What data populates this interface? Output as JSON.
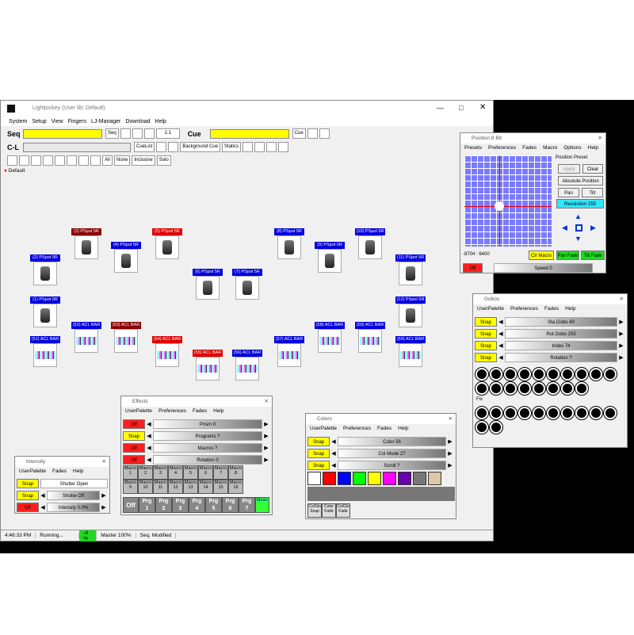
{
  "app": {
    "title": "Lightjockey (User lib: Default)"
  },
  "menu": [
    "System",
    "Setup",
    "View",
    "Fingers",
    "LJ-Manager",
    "Download",
    "Help"
  ],
  "toolbar": {
    "seq": "Seq",
    "seq_btn": "Seq",
    "ratio": "1:1",
    "cue": "Cue",
    "cue_btn": "Cue",
    "cl": "C-L",
    "cuelist": "CueList",
    "bgcue": "Background Cue",
    "statics": "Statics",
    "all": "All",
    "none": "None",
    "inclusive": "Inclusive",
    "solo": "Solo"
  },
  "tab": "Default",
  "fixtures": [
    {
      "label": "(3) PSpot 5R",
      "c": "#8b0000",
      "t": "m"
    },
    {
      "label": "(5) PSpot 5R",
      "c": "#e00000",
      "t": "m"
    },
    {
      "label": "(4) PSpot 5R",
      "c": "#0000dd",
      "t": "m"
    },
    {
      "label": "(2) PSpot 5R",
      "c": "#0000dd",
      "t": "m"
    },
    {
      "label": "(1) PSpot 5R",
      "c": "#0000dd",
      "t": "m"
    },
    {
      "label": "(6) PSpot 5R",
      "c": "#0000dd",
      "t": "m"
    },
    {
      "label": "(7) PSpot 5R",
      "c": "#0000dd",
      "t": "m"
    },
    {
      "label": "(8) PSpot 5R",
      "c": "#0000dd",
      "t": "m"
    },
    {
      "label": "(9) PSpot 5R",
      "c": "#0000dd",
      "t": "m"
    },
    {
      "label": "(10) PSpot 5R",
      "c": "#0000dd",
      "t": "m"
    },
    {
      "label": "(11) PSpot 5R",
      "c": "#0000dd",
      "t": "m"
    },
    {
      "label": "(12) PSpot 5R",
      "c": "#0000dd",
      "t": "m"
    },
    {
      "label": "(51) ACL BAR",
      "c": "#0000dd",
      "t": "b"
    },
    {
      "label": "(52) ACL BAR",
      "c": "#0000dd",
      "t": "b"
    },
    {
      "label": "(53) ACL BAR",
      "c": "#8b0000",
      "t": "b"
    },
    {
      "label": "(54) ACL BAR",
      "c": "#e00000",
      "t": "b"
    },
    {
      "label": "(55) ACL BAR",
      "c": "#e00000",
      "t": "b"
    },
    {
      "label": "(56) ACL BAR",
      "c": "#0000dd",
      "t": "b"
    },
    {
      "label": "(57) ACL BAR",
      "c": "#0000dd",
      "t": "b"
    },
    {
      "label": "(58) ACL BAR",
      "c": "#0000dd",
      "t": "b"
    },
    {
      "label": "(59) ACL BAR",
      "c": "#0000dd",
      "t": "b"
    },
    {
      "label": "(60) ACL BAR",
      "c": "#0000dd",
      "t": "b"
    }
  ],
  "position": {
    "title": "Position 8 Bit",
    "menu": [
      "Presets",
      "Preferences",
      "Fades",
      "Macro",
      "Options",
      "Help"
    ],
    "preset_label": "Position Preset",
    "apply": "Apply",
    "clear": "Clear",
    "absolute": "Absolute Position",
    "pan": "Pan",
    "tilt": "Tilt",
    "resolution": "Resolution 255",
    "coords": "-8704 : 6400",
    "clr_macro": "Clr Macro",
    "pan_fade": "Pan Fade",
    "tilt_fade": "Tilt Fade",
    "off": "Off",
    "speed": "Speed 0"
  },
  "gobos": {
    "title": "Gobos",
    "menu": [
      "UserPalette",
      "Preferences",
      "Fades",
      "Help"
    ],
    "rows": [
      {
        "btn": "Snap",
        "val": "Sta.Gobo 40"
      },
      {
        "btn": "Snap",
        "val": "Rot.Gobo 255"
      },
      {
        "btn": "Snap",
        "val": "Index 74"
      },
      {
        "btn": "Snap",
        "val": "Rotation ?"
      }
    ],
    "fix": "Fix"
  },
  "effects": {
    "title": "Effects",
    "menu": [
      "UserPalette",
      "Preferences",
      "Fades",
      "Help"
    ],
    "rows": [
      {
        "btn": "Off",
        "val": "Prism 0"
      },
      {
        "btn": "Snap",
        "val": "Programs ?"
      },
      {
        "btn": "Off",
        "val": "Macros ?"
      },
      {
        "btn": "Off",
        "val": "Rotation 0"
      }
    ],
    "macros_top": [
      "Macro\n1",
      "Macro\n2",
      "Macro\n3",
      "Macro\n4",
      "Macro\n5",
      "Macro\n6",
      "Macro\n7",
      "Macro\n8"
    ],
    "macros_bot": [
      "Macro\n9",
      "Macro\n10",
      "Macro\n11",
      "Macro\n12",
      "Macro\n13",
      "Macro\n14",
      "Macro\n15",
      "Macro\n16"
    ],
    "off": "Off",
    "prgs": [
      "Prg\n1",
      "Prg\n2",
      "Prg\n3",
      "Prg\n4",
      "Prg\n5",
      "Prg\n6",
      "Prg\n7"
    ],
    "music": "Music"
  },
  "colors": {
    "title": "Colors",
    "menu": [
      "UserPalette",
      "Preferences",
      "Fades",
      "Help"
    ],
    "rows": [
      {
        "btn": "Snap",
        "val": "Color 56"
      },
      {
        "btn": "Snap",
        "val": "Col Mode 27"
      },
      {
        "btn": "Snap",
        "val": "Scroll ?"
      }
    ],
    "swatches": [
      "#ffffff",
      "#ff0000",
      "#0000ff",
      "#00ff00",
      "#ffff00",
      "#ff00ff",
      "#6600aa",
      "#777777",
      "#dcc8a8"
    ],
    "bottom": [
      "Co/Glo\nSnap",
      "Color\nFade",
      "Co/Glo\nFade"
    ]
  },
  "intensity": {
    "title": "Intensity",
    "menu": [
      "UserPalette",
      "Fades",
      "Help"
    ],
    "rows": [
      {
        "btn": "Snap",
        "val": "Shutter Open"
      },
      {
        "btn": "Snap",
        "val": "Strobe Off"
      },
      {
        "btn": "Off",
        "val": "Intensity 0.0%"
      }
    ]
  },
  "status": {
    "time": "4:46:33 PM",
    "state": "Running...",
    "pct": "-4 %",
    "master": "Master  100%",
    "modified": "Seq. Modified"
  }
}
